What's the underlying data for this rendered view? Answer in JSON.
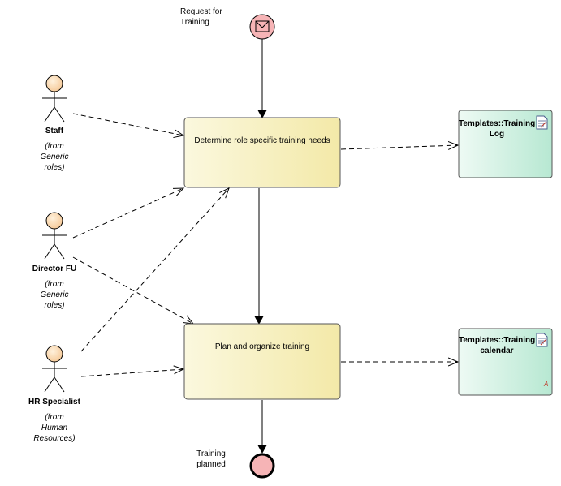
{
  "start_event": {
    "label_line1": "Request for",
    "label_line2": "Training"
  },
  "end_event": {
    "label_line1": "Training",
    "label_line2": "planned"
  },
  "tasks": [
    {
      "label": "Determine role specific training needs"
    },
    {
      "label": "Plan and organize training"
    }
  ],
  "actors": [
    {
      "name": "Staff",
      "from_line1": "(from",
      "from_line2": "Generic",
      "from_line3": "roles)"
    },
    {
      "name": "Director FU",
      "from_line1": "(from",
      "from_line2": "Generic",
      "from_line3": "roles)"
    },
    {
      "name": "HR Specialist",
      "from_line1": "(from",
      "from_line2": "Human",
      "from_line3": "Resources)"
    }
  ],
  "artifacts": [
    {
      "line1": "Templates::Training",
      "line2": "Log"
    },
    {
      "line1": "Templates::Training",
      "line2": "calendar",
      "marker": "A"
    }
  ],
  "colors": {
    "task_fill_start": "#fbf8de",
    "task_fill_end": "#f3e9a8",
    "artifact_fill_start": "#eefaf4",
    "artifact_fill_end": "#b7e8d2",
    "event_fill": "#f6b4b6",
    "actor_head": "#fbd9b2"
  }
}
